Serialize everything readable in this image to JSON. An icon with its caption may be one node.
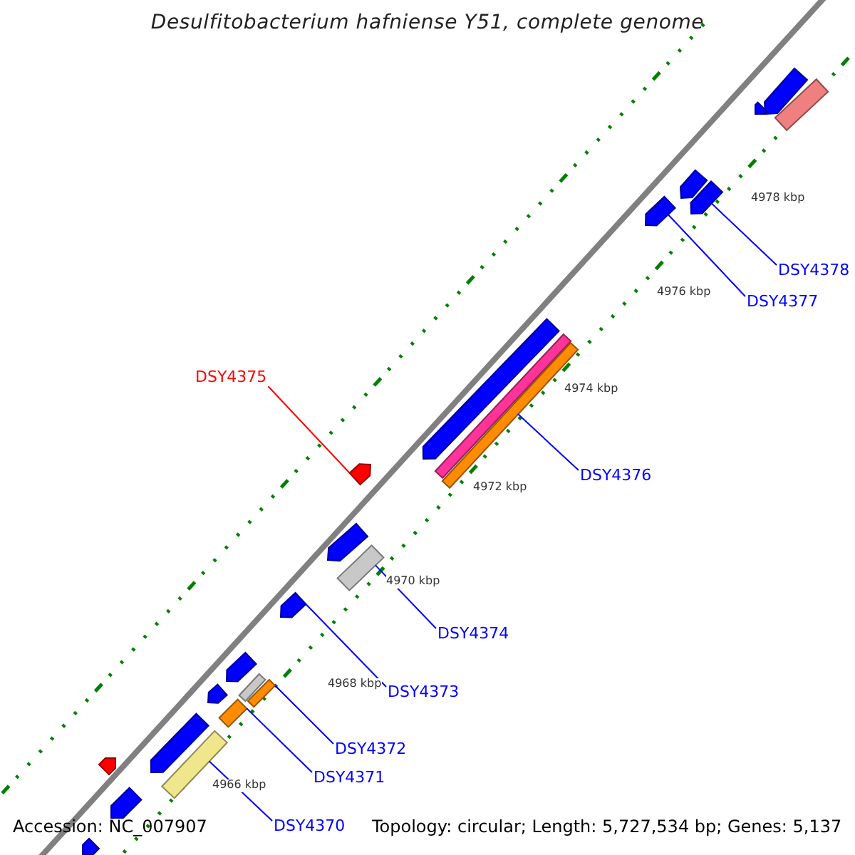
{
  "diagram": {
    "title": "Desulfitobacterium hafniense Y51, complete genome",
    "nodes": [
      {
        "text": [
          "DSY4378"
        ]
      },
      {
        "text": [
          "DSY4377"
        ]
      },
      {
        "text": [
          "DSY4376"
        ]
      },
      {
        "text": [
          "DSY4375"
        ]
      },
      {
        "text": [
          "DSY4374"
        ]
      },
      {
        "text": [
          "DSY4373"
        ]
      },
      {
        "text": [
          "DSY4372"
        ]
      },
      {
        "text": [
          "DSY4371"
        ]
      },
      {
        "text": [
          "DSY4370"
        ]
      },
      {
        "text": [],
        "shape": "pentagon"
      },
      {
        "text": [],
        "shape": "pentagon"
      },
      {
        "text": [],
        "shape": "bar"
      },
      {
        "text": [],
        "shape": "pentagon"
      },
      {
        "text": [],
        "shape": "pentagon"
      },
      {
        "text": [],
        "shape": "pentagon"
      },
      {
        "text": [],
        "shape": "pentagon"
      },
      {
        "text": [],
        "shape": "bar"
      },
      {
        "text": [],
        "shape": "bar"
      },
      {
        "text": [],
        "shape": "pentagon"
      },
      {
        "text": [],
        "shape": "pentagon"
      },
      {
        "text": [],
        "shape": "bar"
      },
      {
        "text": [],
        "shape": "pentagon"
      },
      {
        "text": [],
        "shape": "pentagon"
      },
      {
        "text": [],
        "shape": "pentagon"
      },
      {
        "text": [],
        "shape": "bar"
      },
      {
        "text": [],
        "shape": "bar"
      },
      {
        "text": [],
        "shape": "bar"
      },
      {
        "text": [],
        "shape": "pentagon"
      },
      {
        "text": [],
        "shape": "bar"
      },
      {
        "text": [],
        "shape": "pentagon"
      },
      {
        "text": [],
        "shape": "pentagon"
      },
      {
        "text": [],
        "shape": "pentagon"
      }
    ],
    "edges": [
      {
        "from": 0,
        "to": 13,
        "arrow": "none"
      },
      {
        "from": 1,
        "to": 14,
        "arrow": "none"
      },
      {
        "from": 2,
        "to": 17,
        "arrow": "none"
      },
      {
        "from": 3,
        "to": 18,
        "arrow": "none",
        "color": "#ff0000"
      },
      {
        "from": 4,
        "to": 20,
        "arrow": "none"
      },
      {
        "from": 5,
        "to": 21,
        "arrow": "none"
      },
      {
        "from": 6,
        "to": 25,
        "arrow": "none"
      },
      {
        "from": 7,
        "to": 26,
        "arrow": "none"
      },
      {
        "from": 8,
        "to": 28,
        "arrow": "none"
      }
    ],
    "labels": [
      "4978 kbp",
      "4976 kbp",
      "4974 kbp",
      "4972 kbp",
      "4970 kbp",
      "4968 kbp",
      "4966 kbp",
      "Accession: NC_007907",
      "Topology: circular; Length: 5,727,534 bp; Genes: 5,137"
    ]
  }
}
